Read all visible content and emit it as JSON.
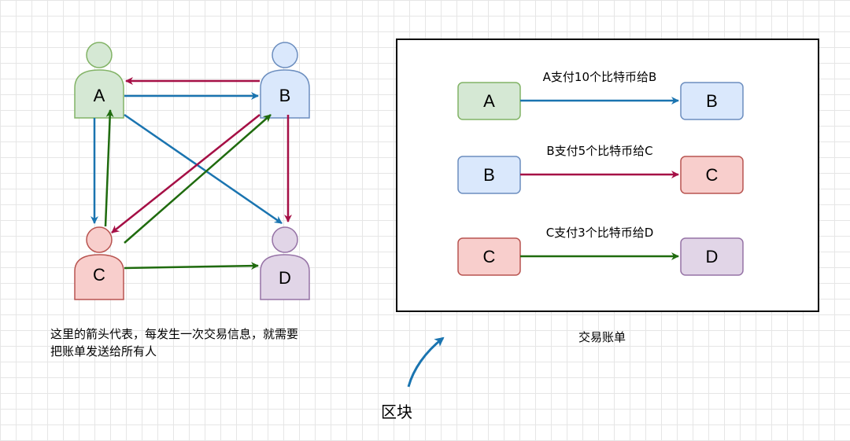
{
  "colors": {
    "green_fill": "#d5e8d4",
    "green_stroke": "#82b366",
    "blue_fill": "#dae8fc",
    "blue_stroke": "#6c8ebf",
    "red_fill": "#f8cecc",
    "red_stroke": "#b85450",
    "purple_fill": "#e1d5e7",
    "purple_stroke": "#9673a6",
    "blue_edge": "#1a74b0",
    "red_edge": "#a50f45",
    "green_edge": "#1f6b0e"
  },
  "network": {
    "nodes": [
      {
        "id": "A",
        "label": "A"
      },
      {
        "id": "B",
        "label": "B"
      },
      {
        "id": "C",
        "label": "C"
      },
      {
        "id": "D",
        "label": "D"
      }
    ]
  },
  "network_caption": {
    "line1": "这里的箭头代表，每发生一次交易信息，就需要",
    "line2": "把账单发送给所有人"
  },
  "ledger": {
    "rows": [
      {
        "from": "A",
        "to": "B",
        "label": "A支付10个比特币给B"
      },
      {
        "from": "B",
        "to": "C",
        "label": "B支付5个比特币给C"
      },
      {
        "from": "C",
        "to": "D",
        "label": "C支付3个比特币给D"
      }
    ],
    "caption": "交易账单"
  },
  "block_label": "区块"
}
